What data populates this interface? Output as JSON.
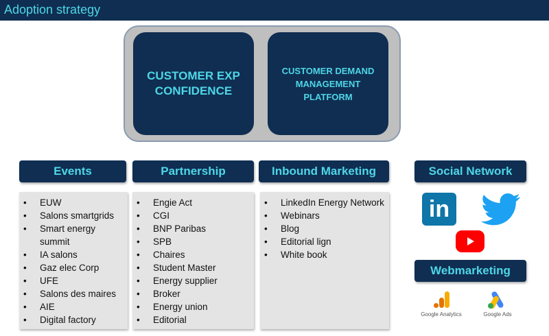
{
  "header": {
    "title": "Adoption strategy"
  },
  "top": {
    "box1": "CUSTOMER EXP CONFIDENCE",
    "box2": "CUSTOMER DEMAND MANAGEMENT PLATFORM"
  },
  "columns": [
    {
      "title": "Events",
      "items": [
        "EUW",
        "Salons smartgrids",
        "Smart energy summit",
        "IA salons",
        "Gaz elec Corp",
        "UFE",
        "Salons des maires",
        "AIE",
        "Digital factory"
      ]
    },
    {
      "title": "Partnership",
      "items": [
        "Engie Act",
        "CGI",
        "BNP Paribas",
        "SPB",
        "Chaires",
        "Student Master",
        "Energy supplier",
        "Broker",
        "Energy union",
        "Editorial"
      ]
    },
    {
      "title": "Inbound Marketing",
      "items": [
        "LinkedIn Energy Network",
        "Webinars",
        "Blog",
        "Editorial lign",
        "White book"
      ]
    }
  ],
  "social": {
    "title": "Social Network",
    "icons": [
      "linkedin-icon",
      "twitter-icon",
      "youtube-icon"
    ],
    "linkedin_glyph": "in"
  },
  "webmarketing": {
    "title": "Webmarketing",
    "ga_label": "Google Analytics",
    "gads_label": "Google Ads"
  },
  "colors": {
    "navy": "#0f2e52",
    "cyan": "#4fd6e6",
    "panel": "#e4e4e4",
    "twitter": "#1da1f2",
    "youtube": "#ff0000",
    "linkedin": "#0e76a8"
  }
}
